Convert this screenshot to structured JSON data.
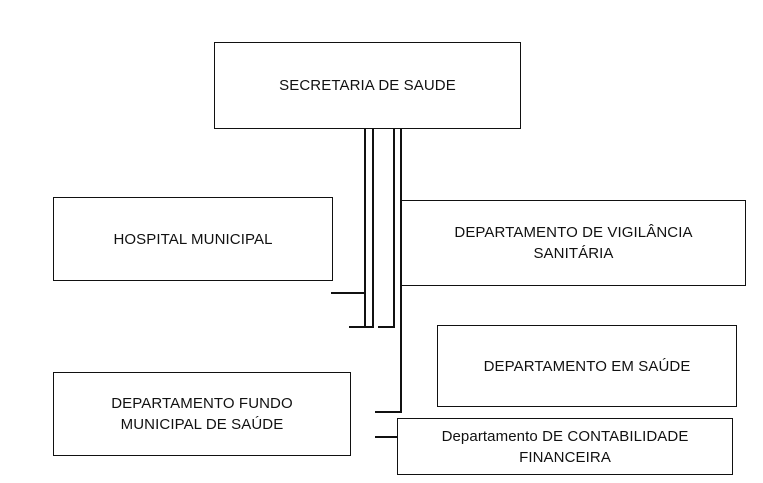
{
  "org_chart": {
    "root": {
      "label": "SECRETARIA DE SAUDE"
    },
    "units": [
      {
        "key": "hospital",
        "label": "HOSPITAL MUNICIPAL"
      },
      {
        "key": "vigilancia",
        "label": "DEPARTAMENTO DE  VIGILÂNCIA\nSANITÁRIA"
      },
      {
        "key": "saude",
        "label": "DEPARTAMENTO EM SAÚDE"
      },
      {
        "key": "fundo",
        "label": "DEPARTAMENTO FUNDO\nMUNICIPAL DE SAÚDE"
      },
      {
        "key": "contabilidade",
        "label": "Departamento DE CONTABILIDADE\nFINANCEIRA"
      }
    ]
  }
}
